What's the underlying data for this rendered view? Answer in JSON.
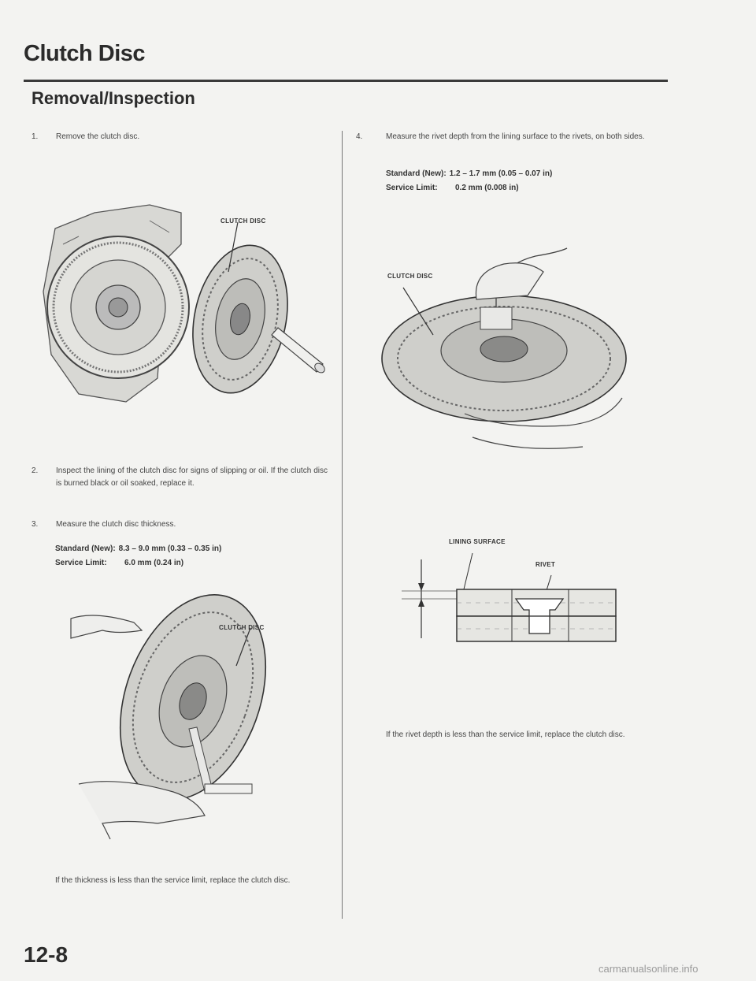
{
  "page": {
    "title": "Clutch Disc",
    "section": "Removal/Inspection",
    "page_number": "12-8",
    "footer": "carmanualsonline.info"
  },
  "left": {
    "step1": {
      "num": "1.",
      "text": "Remove the clutch disc."
    },
    "fig1_callout": "CLUTCH DISC",
    "step2": {
      "num": "2.",
      "text": "Inspect the lining of the clutch disc for signs of slipping or oil. If the clutch disc is burned black or oil soaked, replace it."
    },
    "step3": {
      "num": "3.",
      "text": "Measure the clutch disc thickness."
    },
    "spec_standard_label": "Standard (New):",
    "spec_standard_value": "8.3 – 9.0 mm (0.33 – 0.35 in)",
    "spec_service_label": "Service Limit:",
    "spec_service_value": "6.0 mm (0.24 in)",
    "fig2_callout": "CLUTCH DISC",
    "note": "If the thickness is less than the service limit, replace the clutch disc."
  },
  "right": {
    "step4": {
      "num": "4.",
      "text": "Measure the rivet depth from the lining surface to the rivets, on both sides."
    },
    "spec_standard_label": "Standard (New):",
    "spec_standard_value": "1.2 – 1.7 mm (0.05 – 0.07 in)",
    "spec_service_label": "Service Limit:",
    "spec_service_value": "0.2 mm (0.008 in)",
    "fig3_callout": "CLUTCH DISC",
    "fig4_callout_lining": "LINING SURFACE",
    "fig4_callout_rivet": "RIVET",
    "note": "If the rivet depth is less than the service limit, replace the clutch disc."
  }
}
